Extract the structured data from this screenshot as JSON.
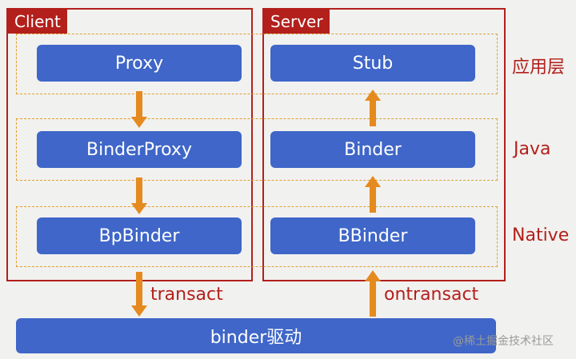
{
  "client": {
    "label": "Client"
  },
  "server": {
    "label": "Server"
  },
  "layers": [
    "应用层",
    "Java",
    "Native"
  ],
  "client_boxes": [
    "Proxy",
    "BinderProxy",
    "BpBinder"
  ],
  "server_boxes": [
    "Stub",
    "Binder",
    "BBinder"
  ],
  "ops": {
    "send": "transact",
    "receive": "ontransact"
  },
  "driver": {
    "label": "binder驱动"
  },
  "watermark": "@稀土掘金技术社区",
  "colors": {
    "frame": "#b3201c",
    "box": "#3f66c8",
    "arrow": "#e58a1f",
    "dashed": "#e0a030",
    "background": "#f1f1ef"
  }
}
